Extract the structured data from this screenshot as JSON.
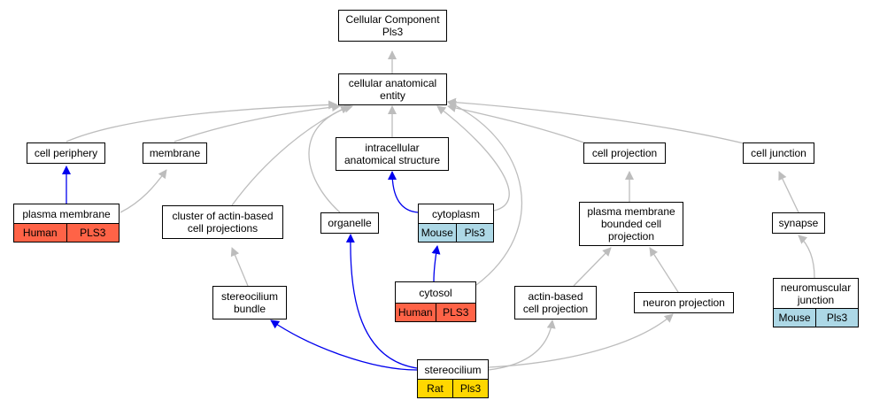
{
  "colors": {
    "edge_gray": "#bdbdbd",
    "edge_blue": "#0000ee",
    "human": "#ff6347",
    "mouse": "#add8e6",
    "rat": "#ffd700"
  },
  "nodes": {
    "cellular_component": {
      "label": "Cellular Component\nPls3"
    },
    "cellular_anatomical_entity": {
      "label": "cellular anatomical\nentity"
    },
    "cell_periphery": {
      "label": "cell periphery"
    },
    "membrane": {
      "label": "membrane"
    },
    "intracellular_anatomical_structure": {
      "label": "intracellular\nanatomical structure"
    },
    "cell_projection": {
      "label": "cell projection"
    },
    "cell_junction": {
      "label": "cell junction"
    },
    "plasma_membrane": {
      "label": "plasma membrane",
      "species": "Human",
      "gene": "PLS3"
    },
    "cluster_actin": {
      "label": "cluster of actin-based\ncell projections"
    },
    "organelle": {
      "label": "organelle"
    },
    "cytoplasm": {
      "label": "cytoplasm",
      "species": "Mouse",
      "gene": "Pls3"
    },
    "plasma_membrane_bounded": {
      "label": "plasma membrane\nbounded cell\nprojection"
    },
    "synapse": {
      "label": "synapse"
    },
    "stereocilium_bundle": {
      "label": "stereocilium\nbundle"
    },
    "cytosol": {
      "label": "cytosol",
      "species": "Human",
      "gene": "PLS3"
    },
    "actin_based_projection": {
      "label": "actin-based\ncell projection"
    },
    "neuron_projection": {
      "label": "neuron projection"
    },
    "neuromuscular_junction": {
      "label": "neuromuscular\njunction",
      "species": "Mouse",
      "gene": "Pls3"
    },
    "stereocilium": {
      "label": "stereocilium",
      "species": "Rat",
      "gene": "Pls3"
    }
  }
}
